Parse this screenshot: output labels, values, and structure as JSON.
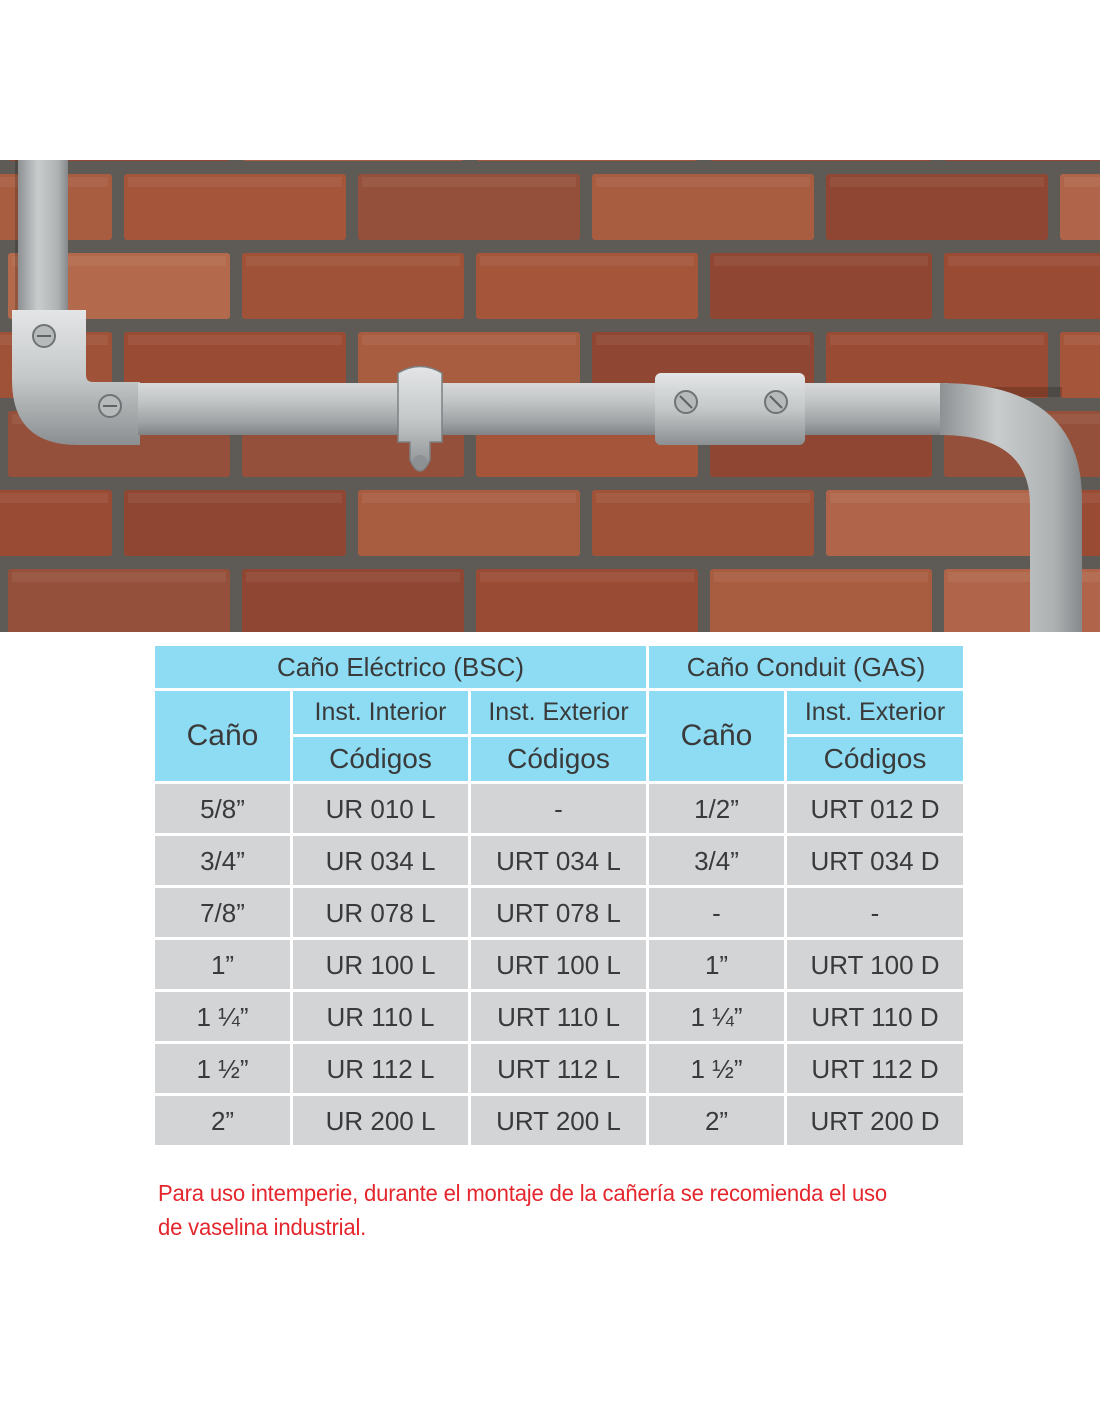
{
  "table": {
    "group_headers": [
      "Caño Eléctrico (BSC)",
      "Caño Conduit (GAS)"
    ],
    "col_cano": "Caño",
    "col_inst_interior": "Inst. Interior",
    "col_inst_exterior": "Inst. Exterior",
    "col_codigos": "Códigos",
    "rows": [
      [
        "5/8”",
        "UR 010 L",
        "-",
        "1/2”",
        "URT 012 D"
      ],
      [
        "3/4”",
        "UR 034 L",
        "URT 034 L",
        "3/4”",
        "URT 034 D"
      ],
      [
        "7/8”",
        "UR 078 L",
        "URT 078 L",
        "-",
        "-"
      ],
      [
        "1”",
        "UR 100 L",
        "URT 100 L",
        "1”",
        "URT 100 D"
      ],
      [
        "1 ¼”",
        "UR 110 L",
        "URT 110 L",
        "1 ¼”",
        "URT 110 D"
      ],
      [
        "1 ½”",
        "UR 112 L",
        "URT 112 L",
        "1 ½”",
        "URT 112 D"
      ],
      [
        "2”",
        "UR 200 L",
        "URT 200 L",
        "2”",
        "URT 200 D"
      ]
    ]
  },
  "note": "Para uso intemperie, durante el montaje de la cañería se recomienda el uso de vaselina industrial.",
  "colors": {
    "header_bg": "#8ddcf3",
    "row_bg": "#d3d4d6",
    "note_text": "#e4262d",
    "brick": "#a4553a",
    "mortar": "#5e5a55",
    "pipe": "#b9bcbd"
  }
}
